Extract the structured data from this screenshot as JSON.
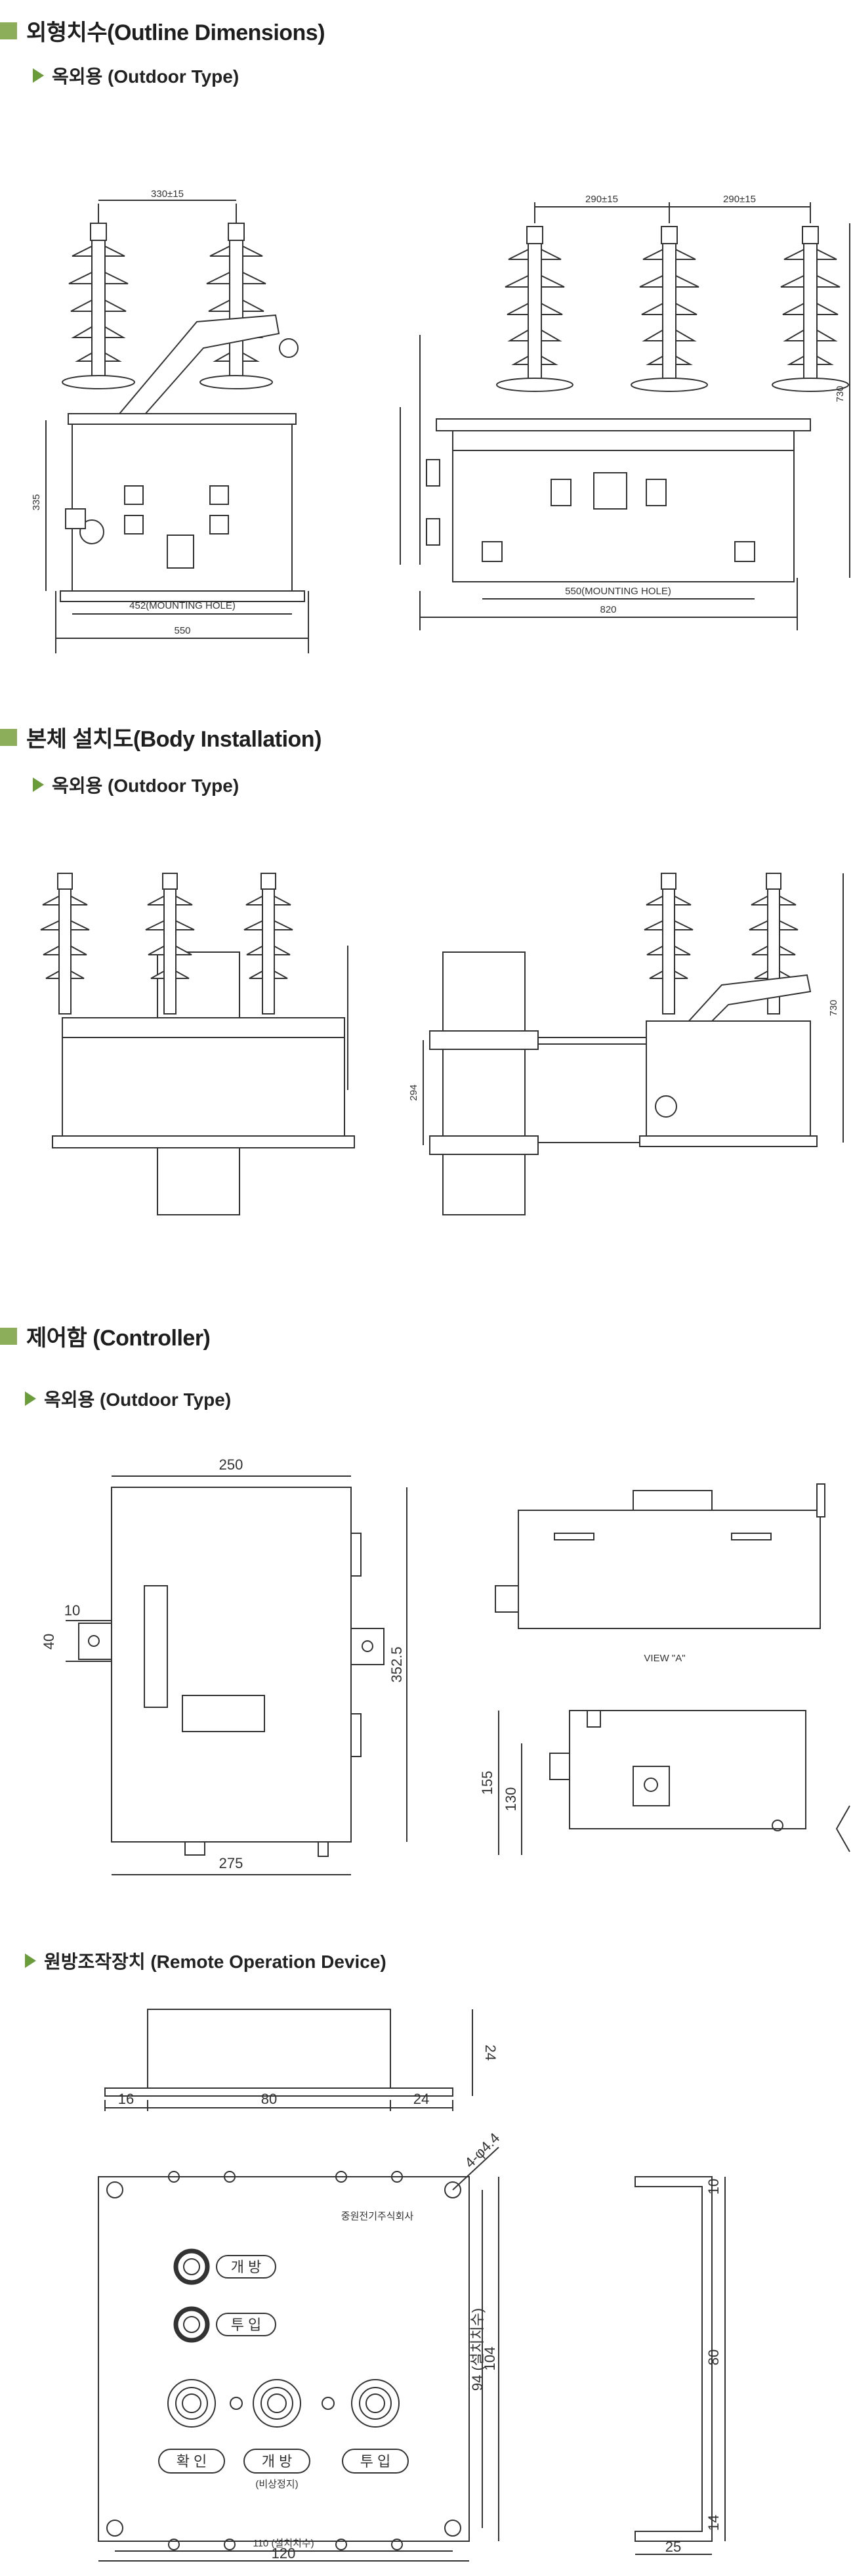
{
  "sections": {
    "outline": {
      "title": "외형치수(Outline Dimensions)",
      "subtitle": "옥외용 (Outdoor Type)",
      "dims": {
        "front_top": "330±15",
        "front_hole": "452(MOUNTING HOLE)",
        "front_width": "550",
        "front_height": "335",
        "side_top_left": "290±15",
        "side_top_right": "290±15",
        "side_hole": "550(MOUNTING HOLE)",
        "side_width": "820",
        "side_height": "730"
      }
    },
    "body_install": {
      "title": "본체 설치도(Body Installation)",
      "subtitle": "옥외용 (Outdoor Type)",
      "dims": {
        "pole_spacing": "294",
        "height": "730"
      }
    },
    "controller": {
      "title": "제어함 (Controller)",
      "subtitle": "옥외용 (Outdoor Type)",
      "dims": {
        "top_width": "250",
        "bottom_width": "275",
        "right_height": "352.5",
        "left_10": "10",
        "left_40": "40",
        "side_155": "155",
        "side_130": "130"
      },
      "view_label": "VIEW \"A\""
    },
    "remote": {
      "subtitle": "원방조작장치 (Remote Operation Device)",
      "company": "중원전기주식회사",
      "buttons": {
        "open": "개  방",
        "close": "투  입",
        "confirm": "확  인",
        "open2": "개  방",
        "open2_sub": "(비상정지)",
        "close2": "투  입"
      },
      "dims": {
        "top_16": "16",
        "top_80": "80",
        "top_24": "24",
        "top_height": "24",
        "hole": "4-φ4.4",
        "height_94": "94 (설치치수)",
        "height_104": "104",
        "bottom_110": "110 (설치치수)",
        "bottom_120": "120",
        "side_10": "10",
        "side_80": "80",
        "side_14": "14",
        "side_25": "25"
      }
    }
  }
}
